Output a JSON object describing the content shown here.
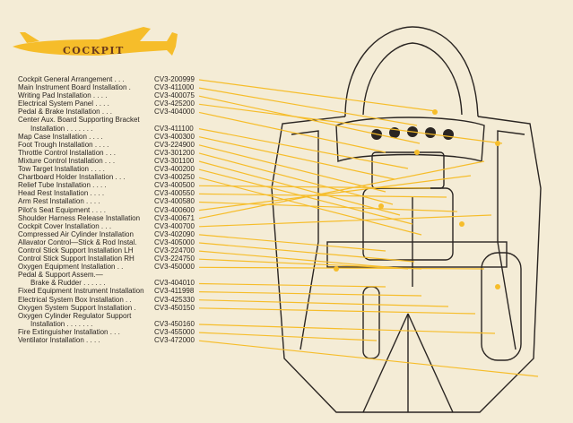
{
  "header": {
    "title": "COCKPIT",
    "accent": "#f6bd2a"
  },
  "colors": {
    "paper": "#f4ecd6",
    "ink": "#2a2522",
    "callout": "#f6bd2a"
  },
  "parts": [
    {
      "name": "Cockpit General Arrangement . . .",
      "code": "CV3-200999"
    },
    {
      "name": "Main Instrument Board Installation .",
      "code": "CV3-411000"
    },
    {
      "name": "Writing Pad Installation . . . .",
      "code": "CV3-400075"
    },
    {
      "name": "Electrical System Panel . . . .",
      "code": "CV3-425200"
    },
    {
      "name": "Pedal & Brake Installation . . .",
      "code": "CV3-404000"
    },
    {
      "name": "Center Aux. Board Supporting Bracket",
      "code": ""
    },
    {
      "name": "Installation . . . . . . .",
      "code": "CV3-411100",
      "sub": true
    },
    {
      "name": "Map Case Installation . . . .",
      "code": "CV3-400300"
    },
    {
      "name": "Foot Trough Installation . . . .",
      "code": "CV3-224900"
    },
    {
      "name": "Throttle Control Installation . . .",
      "code": "CV3-301200"
    },
    {
      "name": "Mixture Control Installation . . .",
      "code": "CV3-301100"
    },
    {
      "name": "Tow Target Installation . . . .",
      "code": "CV3-400200"
    },
    {
      "name": "Chartboard Holder Installation . . .",
      "code": "CV3-400250"
    },
    {
      "name": "Relief Tube Installation . . . .",
      "code": "CV3-400500"
    },
    {
      "name": "Head Rest Installation . . . .",
      "code": "CV3-400550"
    },
    {
      "name": "Arm Rest Installation . . . .",
      "code": "CV3-400580"
    },
    {
      "name": "Pilot's Seat Equipment . . . .",
      "code": "CV3-400600"
    },
    {
      "name": "Shoulder Harness Release Installation",
      "code": "CV3-400671"
    },
    {
      "name": "Cockpit Cover Installation . . .",
      "code": "CV3-400700"
    },
    {
      "name": "Compressed Air Cylinder Installation",
      "code": "CV3-402090"
    },
    {
      "name": "Allavator Control—Stick & Rod Instal.",
      "code": "CV3-405000"
    },
    {
      "name": "Control Stick Support Installation LH",
      "code": "CV3-224700"
    },
    {
      "name": "Control Stick Support Installation RH",
      "code": "CV3-224750"
    },
    {
      "name": "Oxygen Equipment Installation . .",
      "code": "CV3-450000"
    },
    {
      "name": "Pedal & Support Assem.—",
      "code": ""
    },
    {
      "name": "Brake & Rudder . . . . . .",
      "code": "CV3-404010",
      "sub": true
    },
    {
      "name": "Fixed Equipment Instrument Installation",
      "code": "CV3-411998"
    },
    {
      "name": "Electrical System Box Installation . .",
      "code": "CV3-425330"
    },
    {
      "name": "Oxygen System Support Installation .",
      "code": "CV3-450150"
    },
    {
      "name": "Oxygen Cylinder Regulator Support",
      "code": ""
    },
    {
      "name": "Installation . . . . . . .",
      "code": "CV3-450160",
      "sub": true
    },
    {
      "name": "Fire Extinguisher Installation . . .",
      "code": "CV3-455000"
    },
    {
      "name": "Ventilator Installation . . . .",
      "code": "CV3-472000"
    }
  ]
}
